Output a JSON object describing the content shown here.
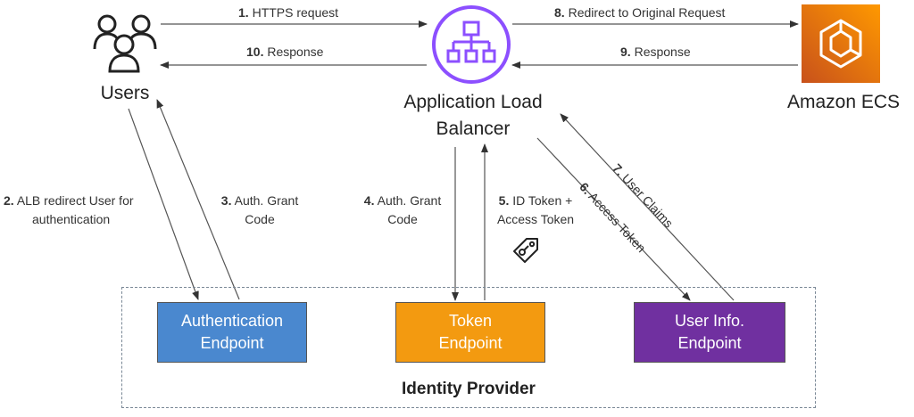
{
  "nodes": {
    "users": {
      "label": "Users",
      "icon": "users-icon"
    },
    "alb": {
      "label": "Application Load\nBalancer",
      "icon": "load-balancer-icon",
      "color": "#8c4fff"
    },
    "ecs": {
      "label": "Amazon ECS",
      "icon": "ecs-icon",
      "color": "#ed7100"
    }
  },
  "steps": {
    "s1": {
      "num": "1.",
      "text": "HTTPS request"
    },
    "s2": {
      "num": "2.",
      "text": "ALB redirect User for",
      "text2": "authentication"
    },
    "s3": {
      "num": "3.",
      "text": "Auth. Grant",
      "text2": "Code"
    },
    "s4": {
      "num": "4.",
      "text": "Auth. Grant",
      "text2": "Code"
    },
    "s5": {
      "num": "5.",
      "text": "ID Token +",
      "text2": "Access Token"
    },
    "s6": {
      "num": "6.",
      "text": "Access Token"
    },
    "s7": {
      "num": "7.",
      "text": "User Claims"
    },
    "s8": {
      "num": "8.",
      "text": "Redirect to Original Request"
    },
    "s9": {
      "num": "9.",
      "text": "Response"
    },
    "s10": {
      "num": "10.",
      "text": "Response"
    }
  },
  "endpoints": {
    "auth": {
      "label": "Authentication\nEndpoint",
      "color": "#4a88cf"
    },
    "token": {
      "label": "Token\nEndpoint",
      "color": "#f39a10"
    },
    "userinfo": {
      "label": "User Info.\nEndpoint",
      "color": "#7030a0"
    }
  },
  "identity_provider": {
    "label": "Identity Provider"
  },
  "token_icon": "token-tag-icon"
}
